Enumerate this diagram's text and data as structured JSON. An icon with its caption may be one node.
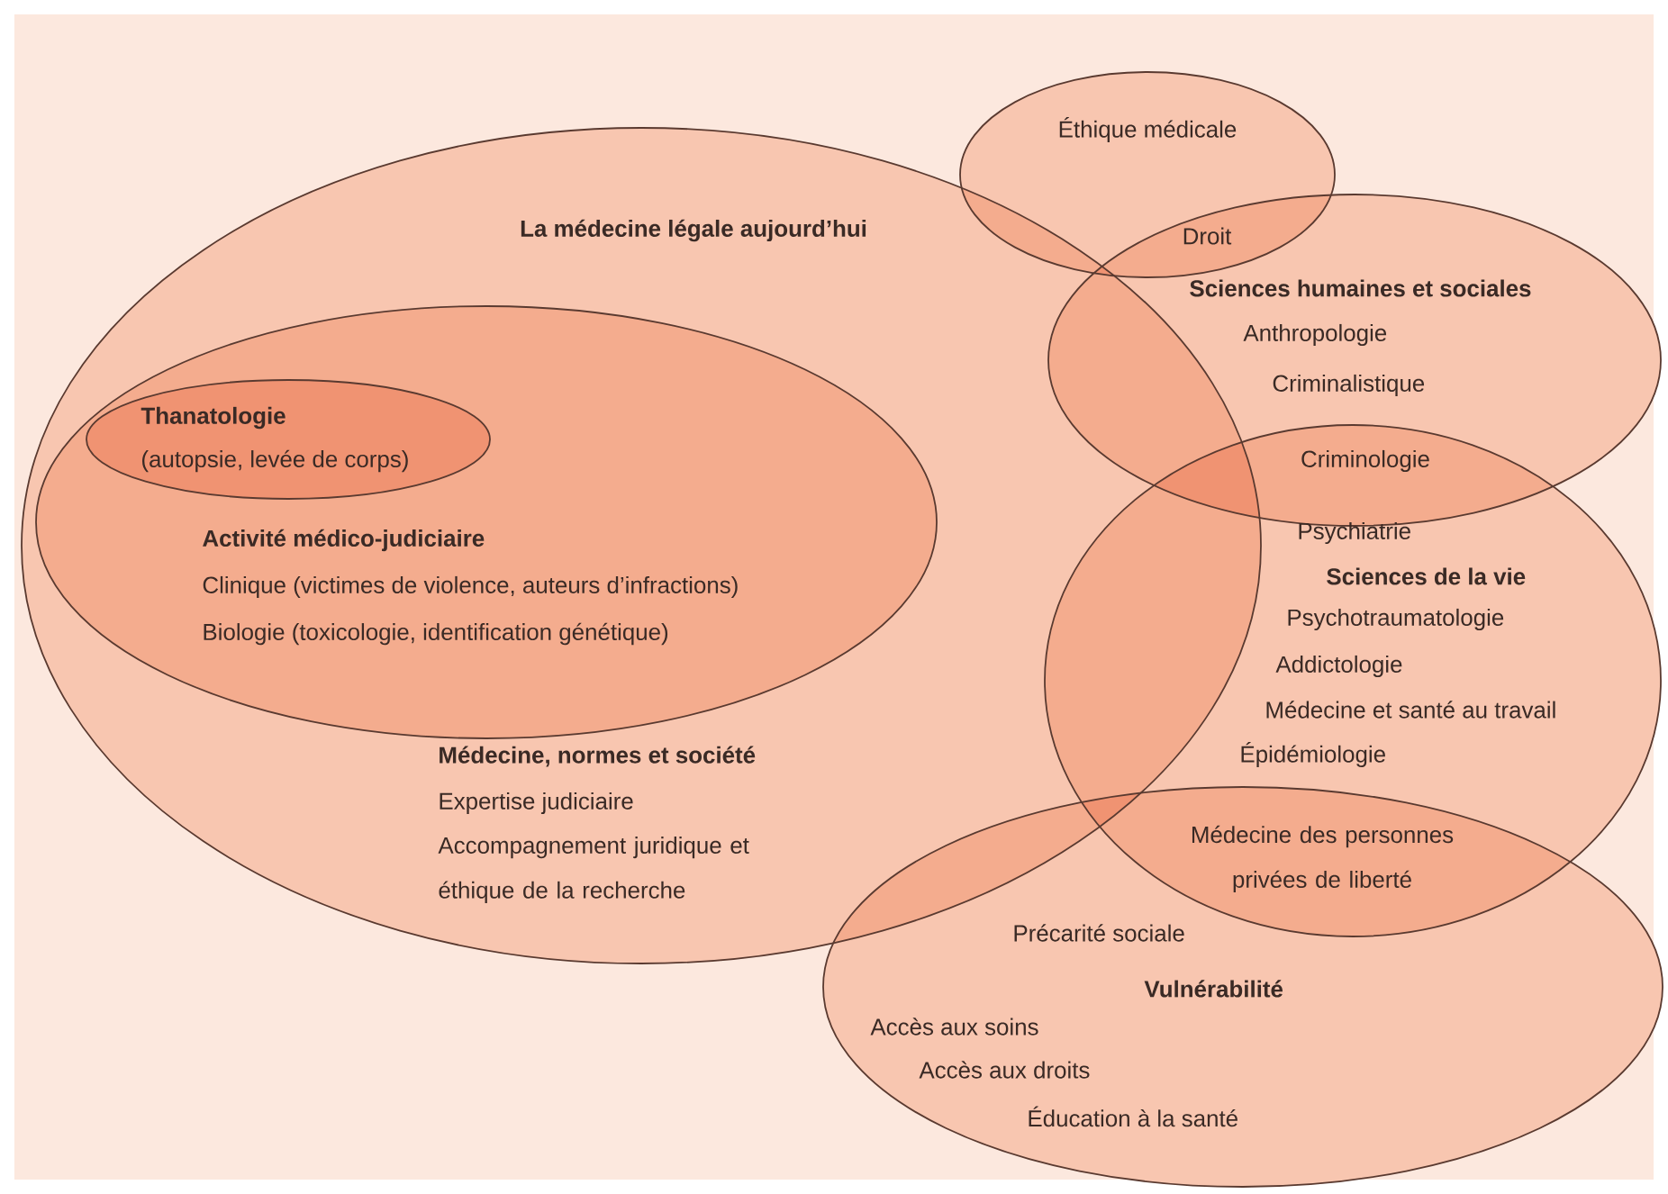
{
  "diagram": {
    "nodes": [
      {
        "text": [
          "La médecine légale aujourd’hui",
          "Médecine, normes et société",
          "Expertise judiciaire",
          "Accompagnement juridique et éthique de la recherche"
        ]
      },
      {
        "text": [
          "Activité médico-judiciaire",
          "Clinique (victimes de violence, auteurs d’infractions)",
          "Biologie (toxicologie, identification génétique)"
        ],
        "in": 0
      },
      {
        "text": [
          "Thanatologie",
          "(autopsie, levée de corps)"
        ],
        "in": 1
      },
      {
        "text": [
          "Éthique médicale"
        ]
      },
      {
        "text": [
          "Sciences humaines et sociales",
          "Anthropologie",
          "Criminalistique"
        ]
      },
      {
        "text": [
          "Psychiatrie",
          "Sciences de la vie",
          "Psychotraumatologie",
          "Addictologie",
          "Médecine et santé au travail",
          "Épidémiologie"
        ]
      },
      {
        "text": [
          "Précarité sociale",
          "Vulnérabilité",
          "Accès aux soins",
          "Accès aux droits",
          "Éducation à la santé"
        ]
      }
    ],
    "labels": [
      "Droit",
      "Criminologie",
      "Médecine des personnes privées de liberté"
    ]
  }
}
